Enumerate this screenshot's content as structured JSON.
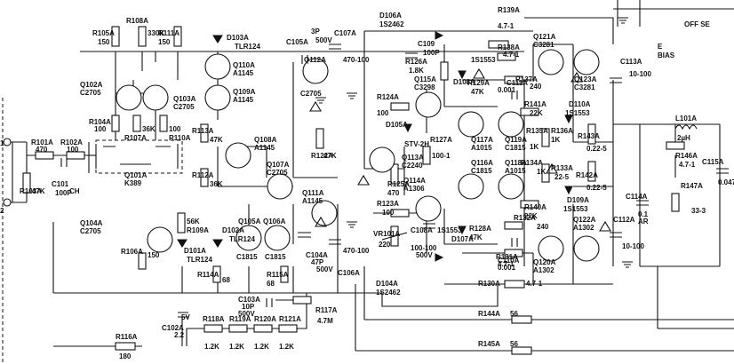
{
  "side_labels": {
    "bias": "BIAS",
    "off_set": "OFF SE",
    "e": "E"
  },
  "connector": {
    "pin1": "1",
    "pin2": "2"
  },
  "components": {
    "R101A": {
      "ref": "R101A",
      "val": "470"
    },
    "R102A": {
      "ref": "R102A",
      "val": "100"
    },
    "R103A": {
      "ref": "R103A",
      "val": "47K"
    },
    "C101A": {
      "ref": "C101",
      "val": "100P",
      "extra": "CH"
    },
    "Q101A": {
      "ref": "Q101A",
      "val": "K389"
    },
    "Q102A": {
      "ref": "Q102A",
      "val": "C2705"
    },
    "Q103A": {
      "ref": "Q103A",
      "val": "C2705"
    },
    "Q104A": {
      "ref": "Q104A",
      "val": "C2705"
    },
    "R104A": {
      "ref": "R104A",
      "val": "100"
    },
    "R105A": {
      "ref": "R105A",
      "val": "150"
    },
    "R106A": {
      "ref": "R106A",
      "val": "150"
    },
    "R107A": {
      "ref": "R107A",
      "val": "36K"
    },
    "R108A": {
      "ref": "R108A",
      "val": "330K"
    },
    "R109A": {
      "ref": "R109A",
      "val": "56K"
    },
    "R110A": {
      "ref": "R110A",
      "val": "100"
    },
    "R111A": {
      "ref": "R111A",
      "val": "150"
    },
    "R112A": {
      "ref": "R112A",
      "val": "36K"
    },
    "R113A": {
      "ref": "R113A",
      "val": "47K"
    },
    "R114A": {
      "ref": "R114A",
      "val": "68"
    },
    "R115A": {
      "ref": "R115A",
      "val": "68"
    },
    "R116A": {
      "ref": "R116A",
      "val": "180"
    },
    "R117A": {
      "ref": "R117A",
      "val": "4.7M"
    },
    "R118A": {
      "ref": "R118A",
      "val": "1.2K"
    },
    "R119A": {
      "ref": "R119A",
      "val": "1.2K"
    },
    "R120A": {
      "ref": "R120A",
      "val": "1.2K"
    },
    "R121A": {
      "ref": "R121A",
      "val": "1.2K"
    },
    "D101A": {
      "ref": "D101A",
      "val": "TLR124"
    },
    "D102A": {
      "ref": "D102A",
      "val": "TLR124"
    },
    "D103A": {
      "ref": "D103A",
      "val": "TLR124"
    },
    "Q105A": {
      "ref": "Q105A",
      "val": "C1815"
    },
    "Q106A": {
      "ref": "Q106A",
      "val": "C1815"
    },
    "Q107A": {
      "ref": "Q107A",
      "val": "C2705"
    },
    "Q108A": {
      "ref": "Q108A",
      "val": "A1145"
    },
    "Q109A": {
      "ref": "Q109A",
      "val": "A1145"
    },
    "Q110A": {
      "ref": "Q110A",
      "val": "A1145"
    },
    "Q111A": {
      "ref": "Q111A",
      "val": "A1145"
    },
    "Q112A": {
      "ref": "Q112A",
      "val": "C2705"
    },
    "C102A": {
      "ref": "C102A",
      "val": "2.2",
      "unit": "5V"
    },
    "C103A": {
      "ref": "C103A",
      "val": "10P",
      "unit": "500V"
    },
    "C104A": {
      "ref": "C104A",
      "val": "47P",
      "unit": "500V"
    },
    "C105A": {
      "ref": "C105A",
      "val": "3P",
      "unit": "500V"
    },
    "C106A": {
      "ref": "C106A",
      "val": "470-100"
    },
    "C107A": {
      "ref": "C107A",
      "val": "470-100"
    },
    "D104A": {
      "ref": "D104A",
      "val": "1S2462"
    },
    "D105A": {
      "ref": "D105A",
      "val": "STV-2H"
    },
    "D106A": {
      "ref": "D106A",
      "val": "1S2462"
    },
    "D107A": {
      "ref": "D107A",
      "val": "1S1553"
    },
    "D108A": {
      "ref": "D108A",
      "val": "1S1553"
    },
    "D109A": {
      "ref": "D109A",
      "val": "1S1553"
    },
    "D110A": {
      "ref": "D110A",
      "val": "1S1553"
    },
    "Q113A": {
      "ref": "Q113A",
      "val": "C2240"
    },
    "Q114A": {
      "ref": "Q114A",
      "val": "A1306"
    },
    "Q115A": {
      "ref": "Q115A",
      "val": "C3298"
    },
    "Q116A": {
      "ref": "Q116A",
      "val": "C1815"
    },
    "Q117A": {
      "ref": "Q117A",
      "val": "A1015"
    },
    "Q118A": {
      "ref": "Q118A",
      "val": "A1015"
    },
    "Q119A": {
      "ref": "Q119A",
      "val": "C1815"
    },
    "Q120A": {
      "ref": "Q120A",
      "val": "A1302"
    },
    "Q121A": {
      "ref": "Q121A",
      "val": "C3281"
    },
    "Q122A": {
      "ref": "Q122A",
      "val": "A1302"
    },
    "Q123A": {
      "ref": "Q123A",
      "val": "C3281"
    },
    "R122A": {
      "ref": "R122A",
      "val": "47K"
    },
    "R123A": {
      "ref": "R123A",
      "val": "100"
    },
    "R124A": {
      "ref": "R124A",
      "val": "100"
    },
    "R125A": {
      "ref": "R125A",
      "val": "470"
    },
    "R126A": {
      "ref": "R126A",
      "val": "1.8K"
    },
    "R127A": {
      "ref": "R127A",
      "val": "100-1"
    },
    "R128A": {
      "ref": "R128A",
      "val": "47K"
    },
    "R129A": {
      "ref": "R129A",
      "val": "47K"
    },
    "R130A": {
      "ref": "R130A",
      "val": "4.7-1"
    },
    "R131A": {
      "ref": "R131A",
      "val": "4.7-1"
    },
    "R132A": {
      "ref": "R132A",
      "val": "240"
    },
    "R133A": {
      "ref": "R133A",
      "val": "22-5"
    },
    "R134A": {
      "ref": "R134A",
      "val": "1K"
    },
    "R135A": {
      "ref": "R135A",
      "val": "1K"
    },
    "R136A": {
      "ref": "R136A",
      "val": "1K"
    },
    "R137A": {
      "ref": "R137A",
      "val": "240"
    },
    "R138A": {
      "ref": "R138A",
      "val": "4.7-1"
    },
    "R139A": {
      "ref": "R139A",
      "val": "4.7-1"
    },
    "R140A": {
      "ref": "R140A",
      "val": "22K"
    },
    "R141A": {
      "ref": "R141A",
      "val": "22K"
    },
    "R142A": {
      "ref": "R142A",
      "val": "0.22-5"
    },
    "R143A": {
      "ref": "R143A",
      "val": "0.22-5"
    },
    "R144A": {
      "ref": "R144A",
      "val": "56"
    },
    "R145A": {
      "ref": "R145A",
      "val": "56"
    },
    "R146A": {
      "ref": "R146A",
      "val": "4.7-1"
    },
    "R147A": {
      "ref": "R147A",
      "val": "33-3"
    },
    "VR101A": {
      "ref": "VR101A",
      "val": "220"
    },
    "C108A": {
      "ref": "C108A",
      "val": "100-100",
      "unit": "500V"
    },
    "C109A": {
      "ref": "C109",
      "val": "100P"
    },
    "C110A": {
      "ref": "C110A",
      "val": "0.001"
    },
    "C111A": {
      "ref": "C111A",
      "val": "0.001"
    },
    "C112A": {
      "ref": "C112A",
      "val": "10-100"
    },
    "C113A": {
      "ref": "C113A",
      "val": "10-100"
    },
    "C114A": {
      "ref": "C114A",
      "val": "0.1"
    },
    "C115A": {
      "ref": "C115A",
      "val": "0.047"
    },
    "L101A": {
      "ref": "L101A",
      "val": "2µH"
    },
    "AR": {
      "ref": "AR"
    }
  }
}
